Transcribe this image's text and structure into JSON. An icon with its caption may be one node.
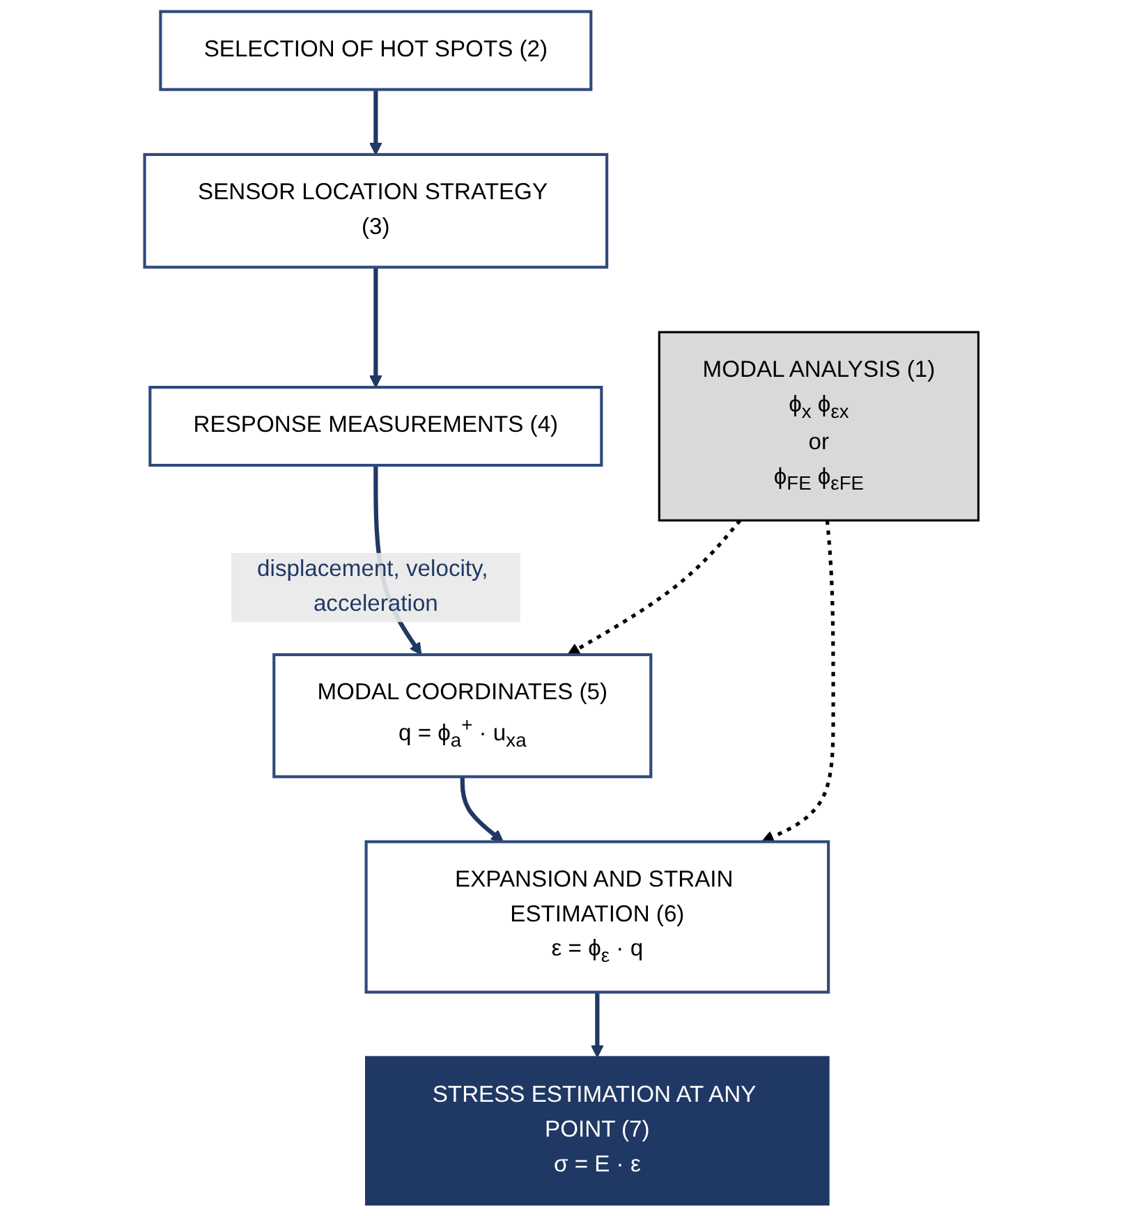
{
  "diagram": {
    "nodes": [
      {
        "text": [
          "MODAL ANALYSIS (1)",
          "ϕ$_{x}$ ϕ$_{εx}$",
          "or",
          "ϕ$_{FE}$ ϕ$_{εFE}$"
        ]
      },
      {
        "text": [
          "SELECTION OF HOT SPOTS (2)"
        ]
      },
      {
        "text": [
          "SENSOR LOCATION STRATEGY (3)"
        ]
      },
      {
        "text": [
          "RESPONSE MEASUREMENTS (4)"
        ]
      },
      {
        "text": [
          "MODAL COORDINATES (5)",
          "q = ϕ$_{a}$$^{+}$ · u$_{xa}$"
        ]
      },
      {
        "text": [
          "EXPANSION AND STRAIN ESTIMATION (6)",
          "ε = ϕ$_{ε}$ · q"
        ]
      },
      {
        "text": [
          "STRESS ESTIMATION AT ANY POINT (7)",
          "σ = E · ε"
        ]
      }
    ],
    "edges": [
      {
        "from": 1,
        "to": 2,
        "arrow": "to"
      },
      {
        "from": 2,
        "to": 3,
        "arrow": "to"
      },
      {
        "from": 3,
        "to": 4,
        "arrow": "to",
        "label": "displacement, velocity, acceleration"
      },
      {
        "from": 4,
        "to": 5,
        "arrow": "to"
      },
      {
        "from": 5,
        "to": 6,
        "arrow": "to"
      },
      {
        "from": 0,
        "to": 4,
        "arrow": "to",
        "style": "dashed",
        "color": "#000000"
      },
      {
        "from": 0,
        "to": 5,
        "arrow": "to",
        "style": "dashed",
        "color": "#000000"
      }
    ]
  }
}
